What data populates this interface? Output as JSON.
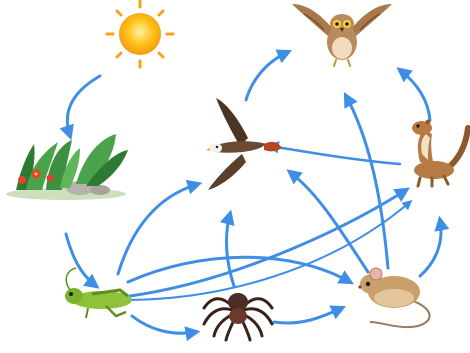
{
  "title": "",
  "colors": {
    "arrow": "#3f8ee6",
    "arrow_dark": "#2f78d2",
    "sun_core": "#ffc21a",
    "sun_ray": "#f7a21a",
    "plant_leaf": "#4aa34a",
    "plant_dark": "#2d7a33",
    "flower_red": "#e2432a",
    "rock": "#b7b3ab",
    "grasshopper": "#8fc33b",
    "spider": "#4a2e25",
    "mouse": "#c9a06a",
    "weasel": "#b87a43",
    "hawk": "#6b4a33",
    "owl": "#b98a5a"
  },
  "organisms": [
    {
      "id": "sun",
      "icon": "sun-icon"
    },
    {
      "id": "plants",
      "icon": "plant-icon"
    },
    {
      "id": "grasshopper",
      "icon": "grasshopper-icon"
    },
    {
      "id": "spider",
      "icon": "spider-icon"
    },
    {
      "id": "mouse",
      "icon": "mouse-icon"
    },
    {
      "id": "weasel",
      "icon": "weasel-icon"
    },
    {
      "id": "hawk",
      "icon": "hawk-icon"
    },
    {
      "id": "owl",
      "icon": "owl-icon"
    }
  ],
  "links": [
    {
      "from": "sun",
      "to": "plants"
    },
    {
      "from": "plants",
      "to": "grasshopper"
    },
    {
      "from": "grasshopper",
      "to": "spider"
    },
    {
      "from": "grasshopper",
      "to": "hawk"
    },
    {
      "from": "grasshopper",
      "to": "mouse"
    },
    {
      "from": "grasshopper",
      "to": "weasel"
    },
    {
      "from": "spider",
      "to": "mouse"
    },
    {
      "from": "spider",
      "to": "hawk"
    },
    {
      "from": "mouse",
      "to": "weasel"
    },
    {
      "from": "mouse",
      "to": "hawk"
    },
    {
      "from": "mouse",
      "to": "owl"
    },
    {
      "from": "weasel",
      "to": "owl"
    },
    {
      "from": "weasel",
      "to": "hawk"
    },
    {
      "from": "hawk",
      "to": "owl"
    }
  ]
}
